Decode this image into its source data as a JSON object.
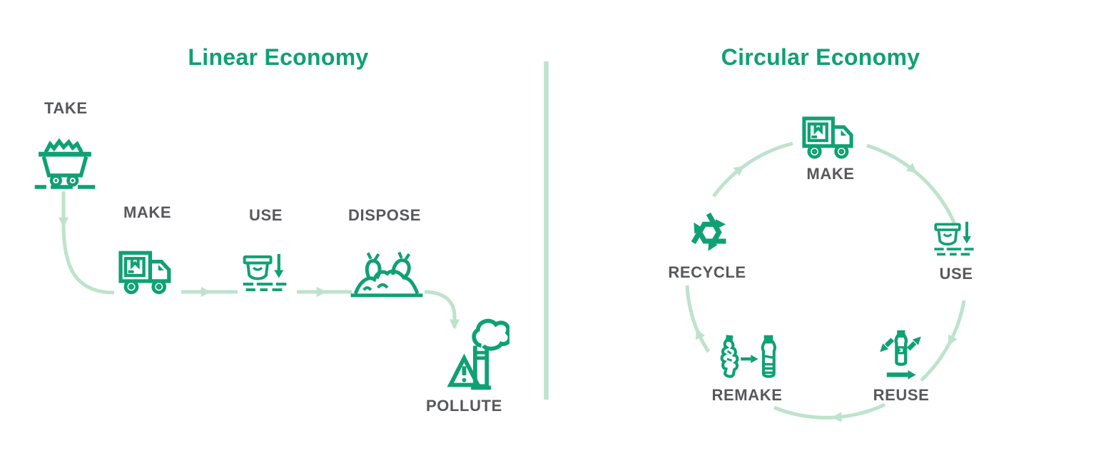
{
  "colors": {
    "icon_green": "#0fa173",
    "arrow_green": "#bde3cd",
    "label_gray": "#57585b"
  },
  "linear": {
    "title": "Linear Economy",
    "steps": [
      {
        "label": "TAKE",
        "icon": "mine-cart-icon"
      },
      {
        "label": "MAKE",
        "icon": "delivery-truck-icon"
      },
      {
        "label": "USE",
        "icon": "container-use-icon"
      },
      {
        "label": "DISPOSE",
        "icon": "waste-pile-icon"
      },
      {
        "label": "POLLUTE",
        "icon": "factory-smoke-warning-icon"
      }
    ],
    "flow": [
      "TAKE",
      "MAKE",
      "USE",
      "DISPOSE",
      "POLLUTE"
    ]
  },
  "circular": {
    "title": "Circular Economy",
    "steps": [
      {
        "label": "MAKE",
        "icon": "delivery-truck-icon"
      },
      {
        "label": "USE",
        "icon": "container-use-icon"
      },
      {
        "label": "REUSE",
        "icon": "reuse-bottle-arrows-icon"
      },
      {
        "label": "REMAKE",
        "icon": "remake-bottles-icon"
      },
      {
        "label": "RECYCLE",
        "icon": "recycle-arrows-icon"
      }
    ],
    "flow": [
      "MAKE",
      "USE",
      "REUSE",
      "REMAKE",
      "RECYCLE",
      "MAKE"
    ]
  }
}
